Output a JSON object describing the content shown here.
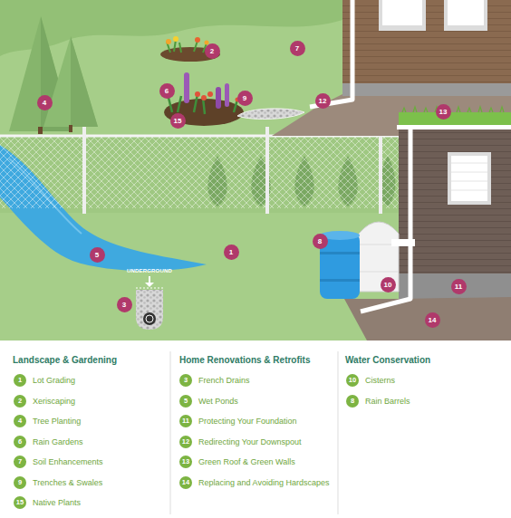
{
  "diagram": {
    "labels": [
      "2",
      "7",
      "6",
      "9",
      "12",
      "4",
      "13",
      "15",
      "8",
      "1",
      "5",
      "UNDERGROUND",
      "11",
      "10",
      "3",
      "14",
      "Landscape & Gardening",
      "Home Renovations & Retrofits",
      "Water Conservation",
      "1",
      "Lot Grading",
      "2",
      "Xeriscaping",
      "4",
      "Tree Planting",
      "6",
      "Rain Gardens",
      "7",
      "Soil Enhancements",
      "9",
      "Trenches & Swales",
      "15",
      "Native Plants",
      "3",
      "French Drains",
      "5",
      "Wet Ponds",
      "11",
      "Protecting Your Foundation",
      "12",
      "Redirecting Your Downspout",
      "13",
      "Green Roof & Green Walls",
      "14",
      "Replacing and Avoiding Hardscapes",
      "10",
      "Cisterns",
      "8",
      "Rain Barrels"
    ]
  }
}
